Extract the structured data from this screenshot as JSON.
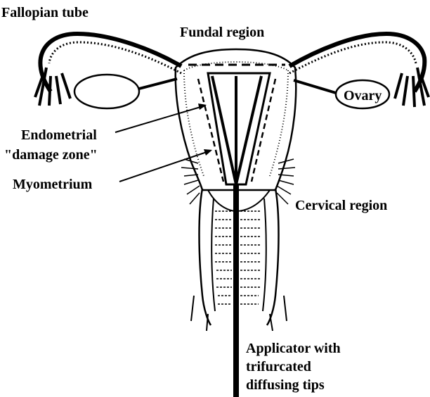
{
  "labels": {
    "fallopian_tube": "Fallopian tube",
    "fundal_region": "Fundal region",
    "ovary": "Ovary",
    "endometrial_line1": "Endometrial",
    "endometrial_line2": "\"damage zone\"",
    "myometrium": "Myometrium",
    "cervical_region": "Cervical region",
    "applicator_line1": "Applicator with",
    "applicator_line2": "trifurcated",
    "applicator_line3": "diffusing tips"
  }
}
